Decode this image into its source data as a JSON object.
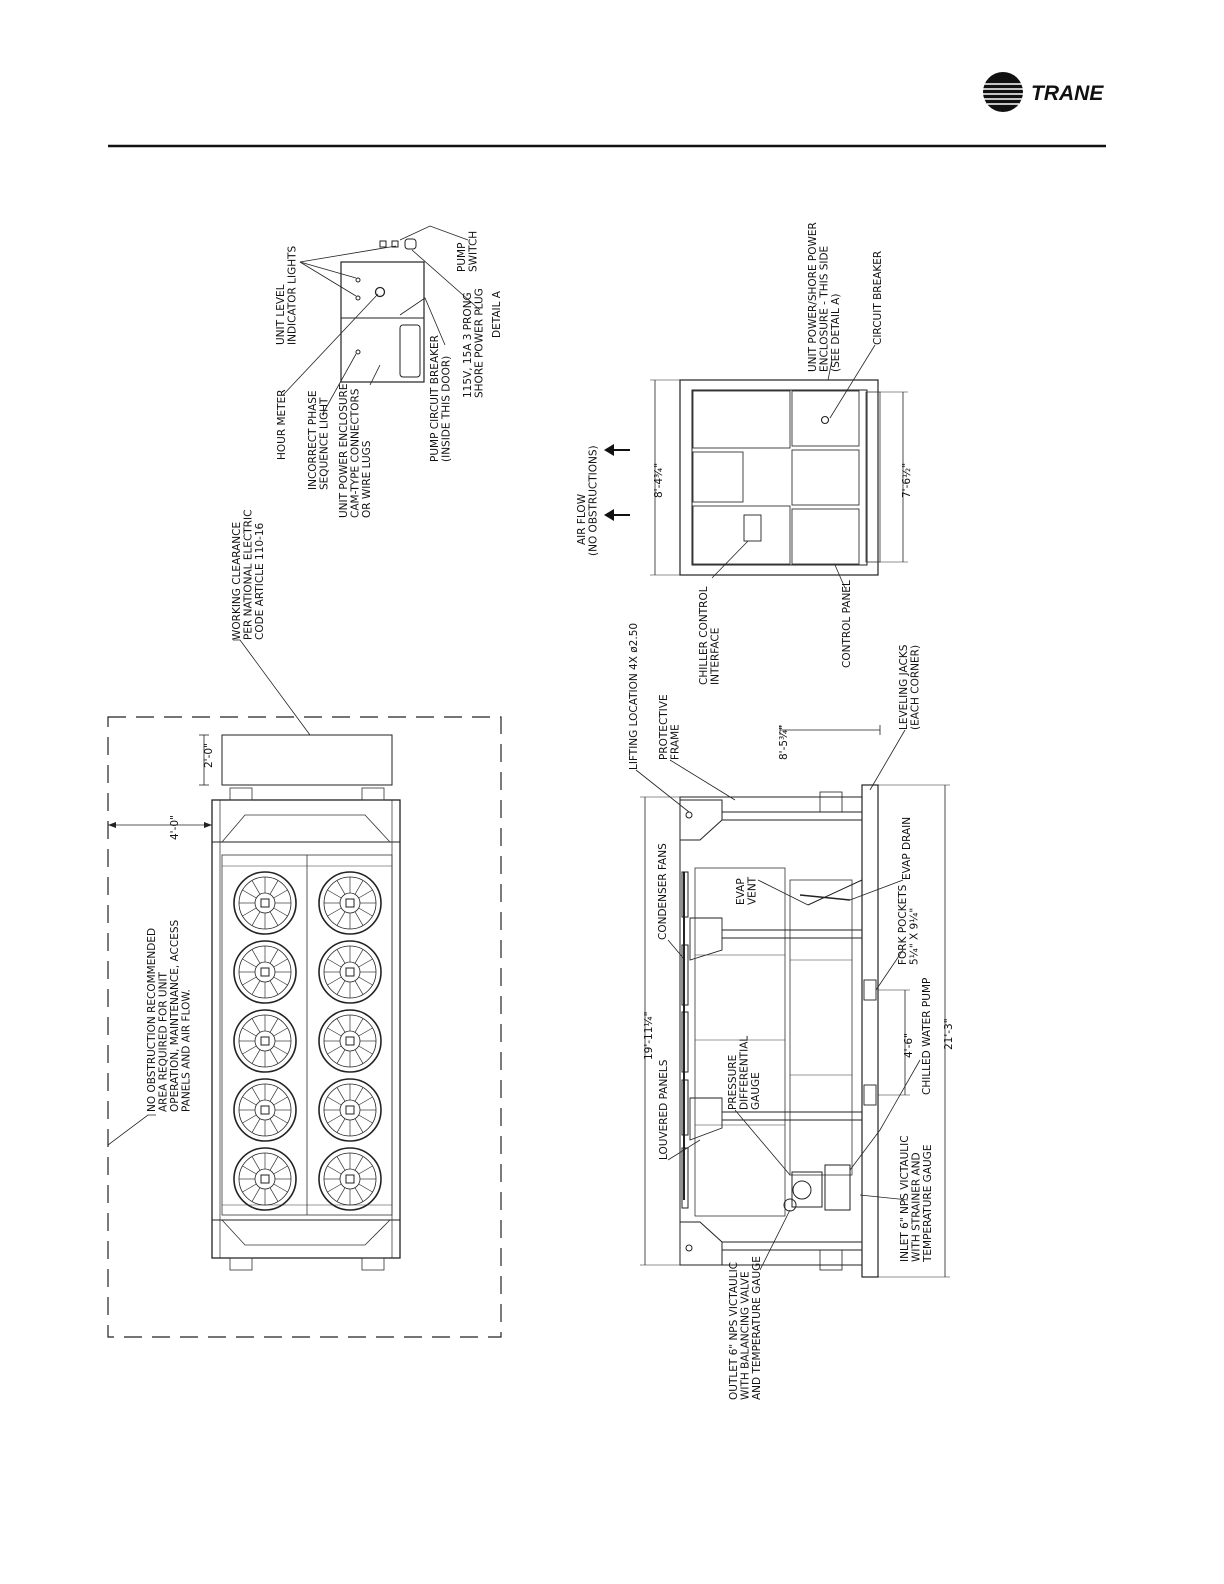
{
  "header": {
    "brand": "TRANE"
  },
  "clearance": {
    "working_clearance": [
      "WORKING CLEARANCE",
      "PER NATIONAL ELECTRIC",
      "CODE ARTICLE 110-16"
    ],
    "no_obstruction": [
      "NO OBSTRUCTION RECOMMENDED",
      "AREA REQUIRED FOR UNIT",
      "OPERATION, MAINTENANCE, ACCESS",
      "PANELS AND AIR FLOW."
    ],
    "dim_top": "2'-0\"",
    "dim_side": "4'-0\""
  },
  "detail_a": {
    "title": "DETAIL A",
    "unit_level_lights": [
      "UNIT LEVEL",
      "INDICATOR LIGHTS"
    ],
    "pump_switch": [
      "PUMP",
      "SWITCH"
    ],
    "hour_meter": "HOUR METER",
    "incorrect_phase": [
      "INCORRECT PHASE",
      "SEQUENCE LIGHT"
    ],
    "unit_power_enclosure": [
      "UNIT POWER ENCLOSURE",
      "CAM-TYPE CONNECTORS",
      "OR WIRE LUGS"
    ],
    "pump_breaker": [
      "PUMP CIRCUIT BREAKER",
      "(INSIDE THIS DOOR)"
    ],
    "shore_plug": [
      "115V, 15A 3 PRONG",
      "SHORE POWER PLUG"
    ]
  },
  "end_view": {
    "air_flow": [
      "AIR FLOW",
      "(NO OBSTRUCTIONS)"
    ],
    "height_dim": "8'-4¾\"",
    "width_dim": "7'-6½\"",
    "unit_power_shore": [
      "UNIT POWER/SHORE POWER",
      "ENCLOSURE - THIS SIDE",
      "(SEE DETAIL A)"
    ],
    "circuit_breaker": "CIRCUIT BREAKER",
    "chiller_control": [
      "CHILLER CONTROL",
      "INTERFACE"
    ],
    "control_panel": "CONTROL PANEL"
  },
  "side_view": {
    "lifting_location": "LIFTING LOCATION 4X ø2.50",
    "protective_frame": [
      "PROTECTIVE",
      "FRAME"
    ],
    "height_dim": "8'-5¾\"",
    "leveling_jacks": [
      "LEVELING JACKS",
      "(EACH CORNER)"
    ],
    "condenser_fans": "CONDENSER FANS",
    "evap_vent": [
      "EVAP",
      "VENT"
    ],
    "evap_drain": "EVAP DRAIN",
    "fork_pockets": [
      "FORK POCKETS",
      "5¼\" X 9¼\""
    ],
    "fork_dim": "4'-6\"",
    "chilled_water_pump": "CHILLED WATER PUMP",
    "length_dim": "21'-3\"",
    "inner_length_dim": "19'-11¼\"",
    "louvered_panels": "LOUVERED PANELS",
    "pressure_gauge": [
      "PRESSURE",
      "DIFFERENTIAL",
      "GAUGE"
    ],
    "inlet": [
      "INLET 6\" NPS VICTAULIC",
      "WITH STRAINER AND",
      "TEMPERATURE GAUGE"
    ],
    "outlet": [
      "OUTLET 6\" NPS VICTAULIC",
      "WITH BALANCING VALVE",
      "AND TEMPERATURE GAUGE"
    ]
  }
}
